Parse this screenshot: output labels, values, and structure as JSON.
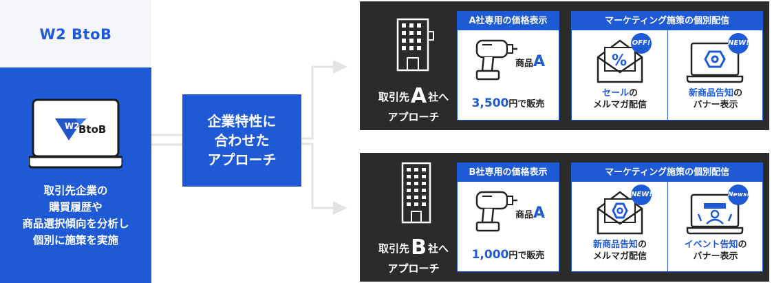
{
  "brand": "W2 BtoB",
  "laptop_logo": {
    "mark": "W2",
    "text": "BtoB"
  },
  "left_description": [
    "取引先企業の",
    "購買履歴や",
    "商品選択傾向を分析し",
    "個別に施策を実施"
  ],
  "center_box": [
    "企業特性に",
    "合わせた",
    "アプローチ"
  ],
  "colors": {
    "accent": "#1e5ad6",
    "panel": "#2b2b2b"
  },
  "panels": [
    {
      "approach": {
        "prefix": "取引先",
        "company": "A",
        "suffix": "社へ",
        "line2": "アプローチ"
      },
      "price_card": {
        "title": "A社専用の価格表示",
        "product_prefix": "商品",
        "product_letter": "A",
        "price": "3,500",
        "price_suffix": "円で販売"
      },
      "marketing_card": {
        "title": "マーケティング施策の個別配信",
        "left": {
          "icon": "sale-mail-icon",
          "badge": "OFF!",
          "caption_hl": "セール",
          "caption_rest": "の",
          "caption2": "メルマガ配信"
        },
        "right": {
          "icon": "laptop-banner-icon",
          "badge": "NEW!",
          "caption_hl": "新商品告知",
          "caption_rest": "の",
          "caption2": "バナー表示"
        }
      }
    },
    {
      "approach": {
        "prefix": "取引先",
        "company": "B",
        "suffix": "社へ",
        "line2": "アプローチ"
      },
      "price_card": {
        "title": "B社専用の価格表示",
        "product_prefix": "商品",
        "product_letter": "A",
        "price": "1,000",
        "price_suffix": "円で販売"
      },
      "marketing_card": {
        "title": "マーケティング施策の個別配信",
        "left": {
          "icon": "new-product-mail-icon",
          "badge": "NEW!",
          "caption_hl": "新商品告知",
          "caption_rest": "の",
          "caption2": "メルマガ配信"
        },
        "right": {
          "icon": "event-banner-icon",
          "badge": "News!",
          "caption_hl": "イベント告知",
          "caption_rest": "の",
          "caption2": "バナー表示"
        }
      }
    }
  ]
}
